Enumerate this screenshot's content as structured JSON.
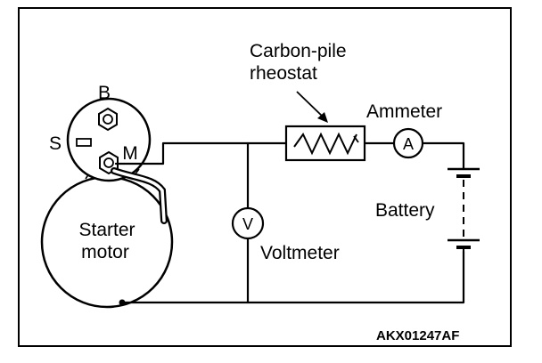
{
  "labels": {
    "terminal_b": "B",
    "terminal_s": "S",
    "terminal_m": "M",
    "starter_line1": "Starter",
    "starter_line2": "motor",
    "rheostat_line1": "Carbon-pile",
    "rheostat_line2": "rheostat",
    "ammeter": "Ammeter",
    "ammeter_symbol": "A",
    "voltmeter": "Voltmeter",
    "voltmeter_symbol": "V",
    "battery": "Battery",
    "figure_code": "AKX01247AF"
  }
}
